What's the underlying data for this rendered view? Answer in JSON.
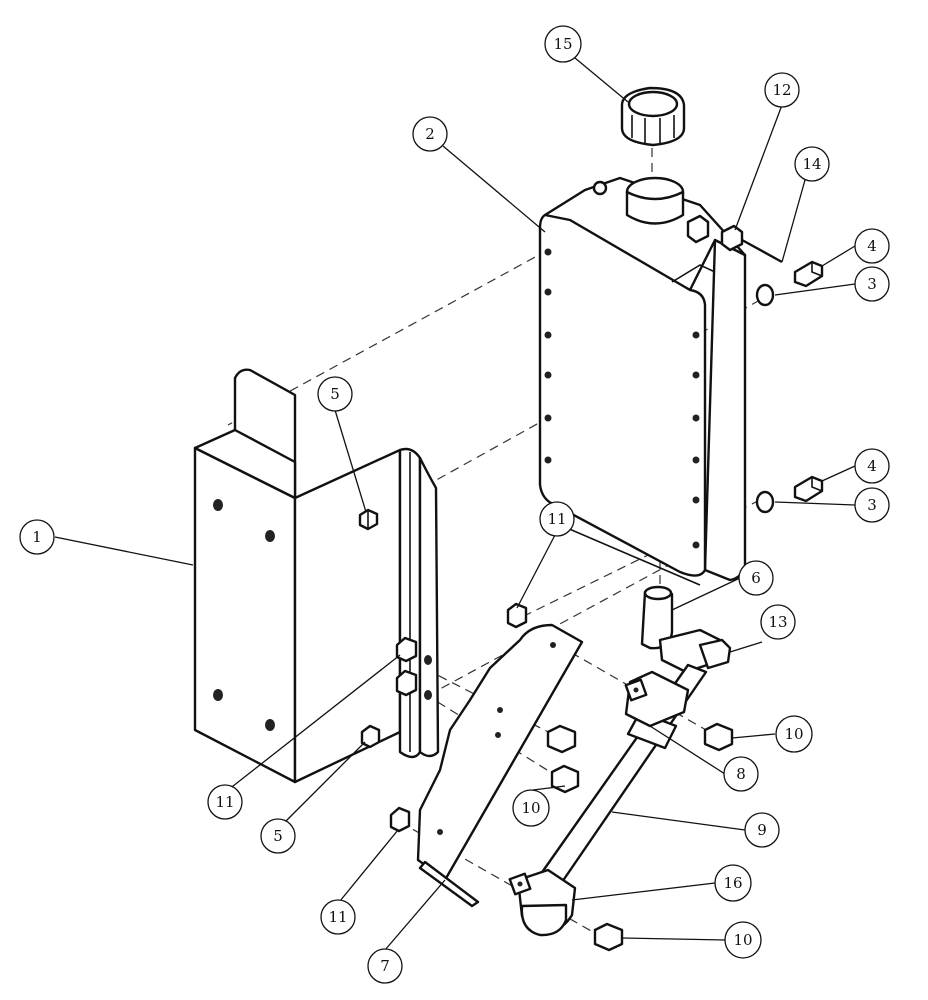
{
  "callouts": [
    {
      "id": "c1",
      "label": "1"
    },
    {
      "id": "c2",
      "label": "2"
    },
    {
      "id": "c3a",
      "label": "3"
    },
    {
      "id": "c3b",
      "label": "3"
    },
    {
      "id": "c4a",
      "label": "4"
    },
    {
      "id": "c4b",
      "label": "4"
    },
    {
      "id": "c5a",
      "label": "5"
    },
    {
      "id": "c5b",
      "label": "5"
    },
    {
      "id": "c6",
      "label": "6"
    },
    {
      "id": "c7",
      "label": "7"
    },
    {
      "id": "c8",
      "label": "8"
    },
    {
      "id": "c9",
      "label": "9"
    },
    {
      "id": "c10a",
      "label": "10"
    },
    {
      "id": "c10b",
      "label": "10"
    },
    {
      "id": "c10c",
      "label": "10"
    },
    {
      "id": "c11a",
      "label": "11"
    },
    {
      "id": "c11b",
      "label": "11"
    },
    {
      "id": "c11c",
      "label": "11"
    },
    {
      "id": "c12",
      "label": "12"
    },
    {
      "id": "c13",
      "label": "13"
    },
    {
      "id": "c14",
      "label": "14"
    },
    {
      "id": "c15",
      "label": "15"
    },
    {
      "id": "c16",
      "label": "16"
    }
  ],
  "colors": {
    "line": "#111111",
    "background": "#ffffff"
  }
}
